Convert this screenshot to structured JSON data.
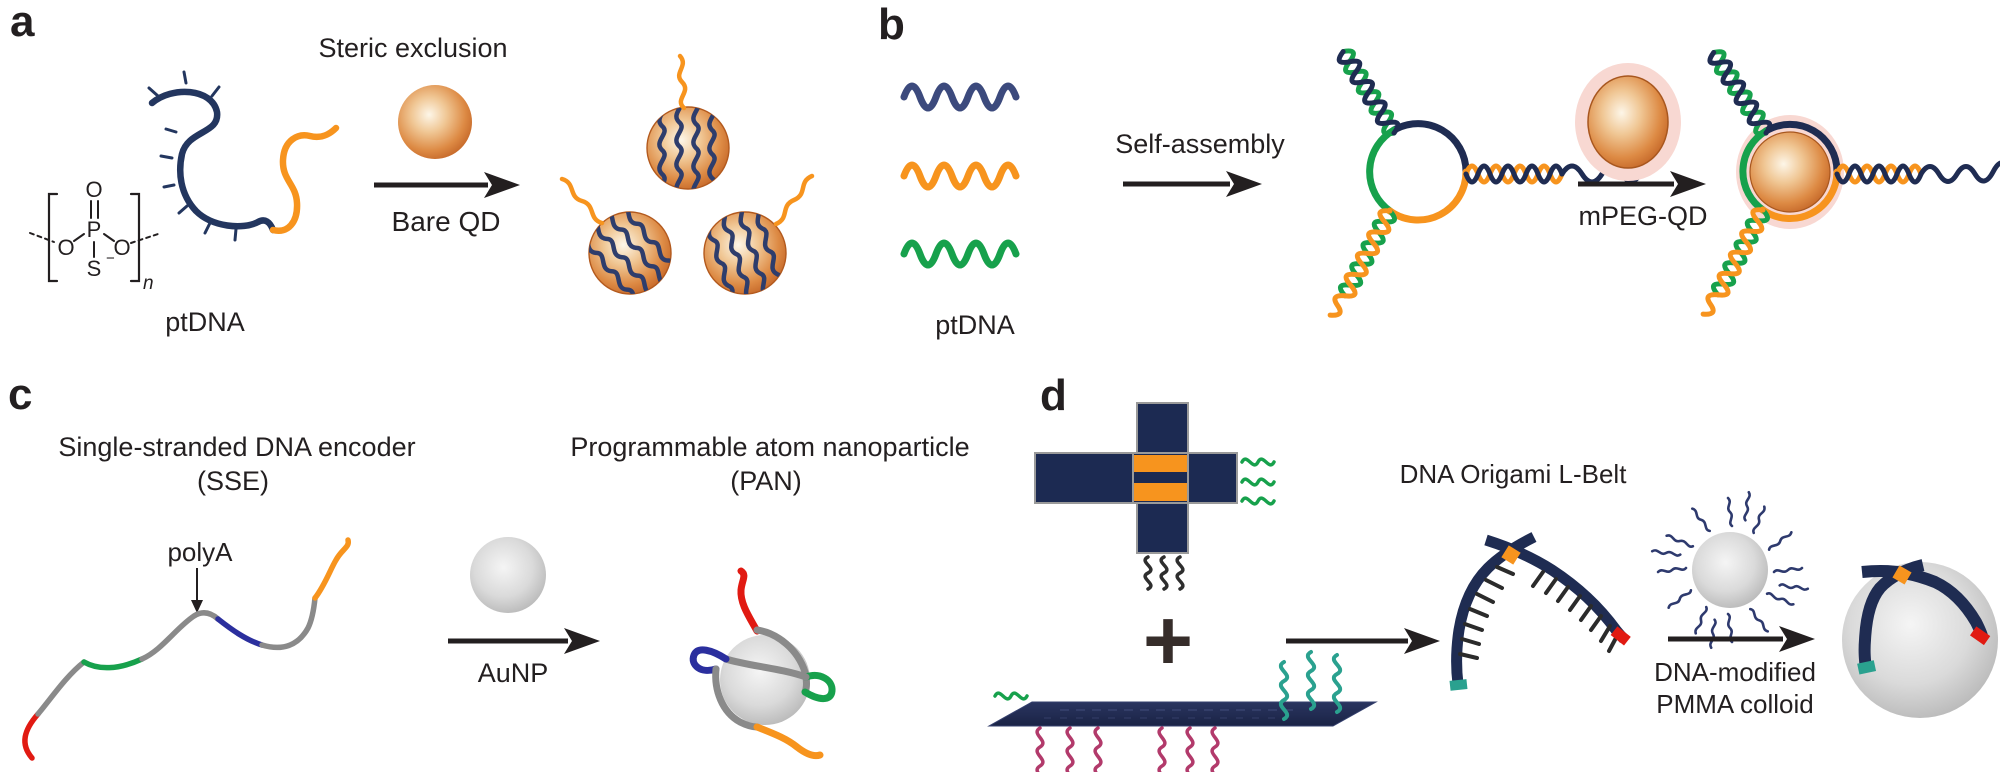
{
  "figure": {
    "panels": {
      "a": {
        "label": "a",
        "title": "Steric exclusion",
        "arrow_label": "Bare QD",
        "structure_label": "ptDNA",
        "chemistry": {
          "oxygen_top": "O",
          "phosphorus": "P",
          "oxygen_left": "O",
          "oxygen_right": "O",
          "sulfur": "S",
          "charge": "−",
          "repeat_subscript": "n"
        }
      },
      "b": {
        "label": "b",
        "structure_label": "ptDNA",
        "step1_label": "Self-assembly",
        "step2_label": "mPEG-QD"
      },
      "c": {
        "label": "c",
        "left_title_line1": "Single-stranded DNA encoder",
        "left_title_line2": "(SSE)",
        "right_title_line1": "Programmable atom nanoparticle",
        "right_title_line2": "(PAN)",
        "pointer_label": "polyA",
        "arrow_label": "AuNP"
      },
      "d": {
        "label": "d",
        "plus": "+",
        "belt_title": "DNA Origami L-Belt",
        "arrow_label_line1": "DNA-modified",
        "arrow_label_line2": "PMMA colloid"
      }
    },
    "icons": {
      "quantum_dot": "orange-gradient-sphere",
      "mpeg_quantum_dot": "orange-sphere-with-pink-halo",
      "gold_nanoparticle": "gray-gradient-sphere",
      "pmma_colloid": "large-gray-sphere",
      "dna_strand": "wavy-ribbon",
      "dna_double_helix": "two-intertwined-waves",
      "origami_cross": "navy-cross-with-orange-stripes",
      "origami_sheet": "navy-parallelogram",
      "l_belt": "navy-curved-belt-with-comb-teeth"
    },
    "colors": {
      "navy_dark": "#1f2c52",
      "navy_medium": "#3c4a7d",
      "orange": "#f7941e",
      "green": "#17a14c",
      "teal": "#2aa18f",
      "magenta": "#b23a6b",
      "red": "#e11a12",
      "blue_segment": "#2b2f9e",
      "gray_strand": "#8a8a8a",
      "pink_halo": "#f8d8d2",
      "text": "#231f20",
      "sulfur_red": "#e8150f"
    }
  }
}
